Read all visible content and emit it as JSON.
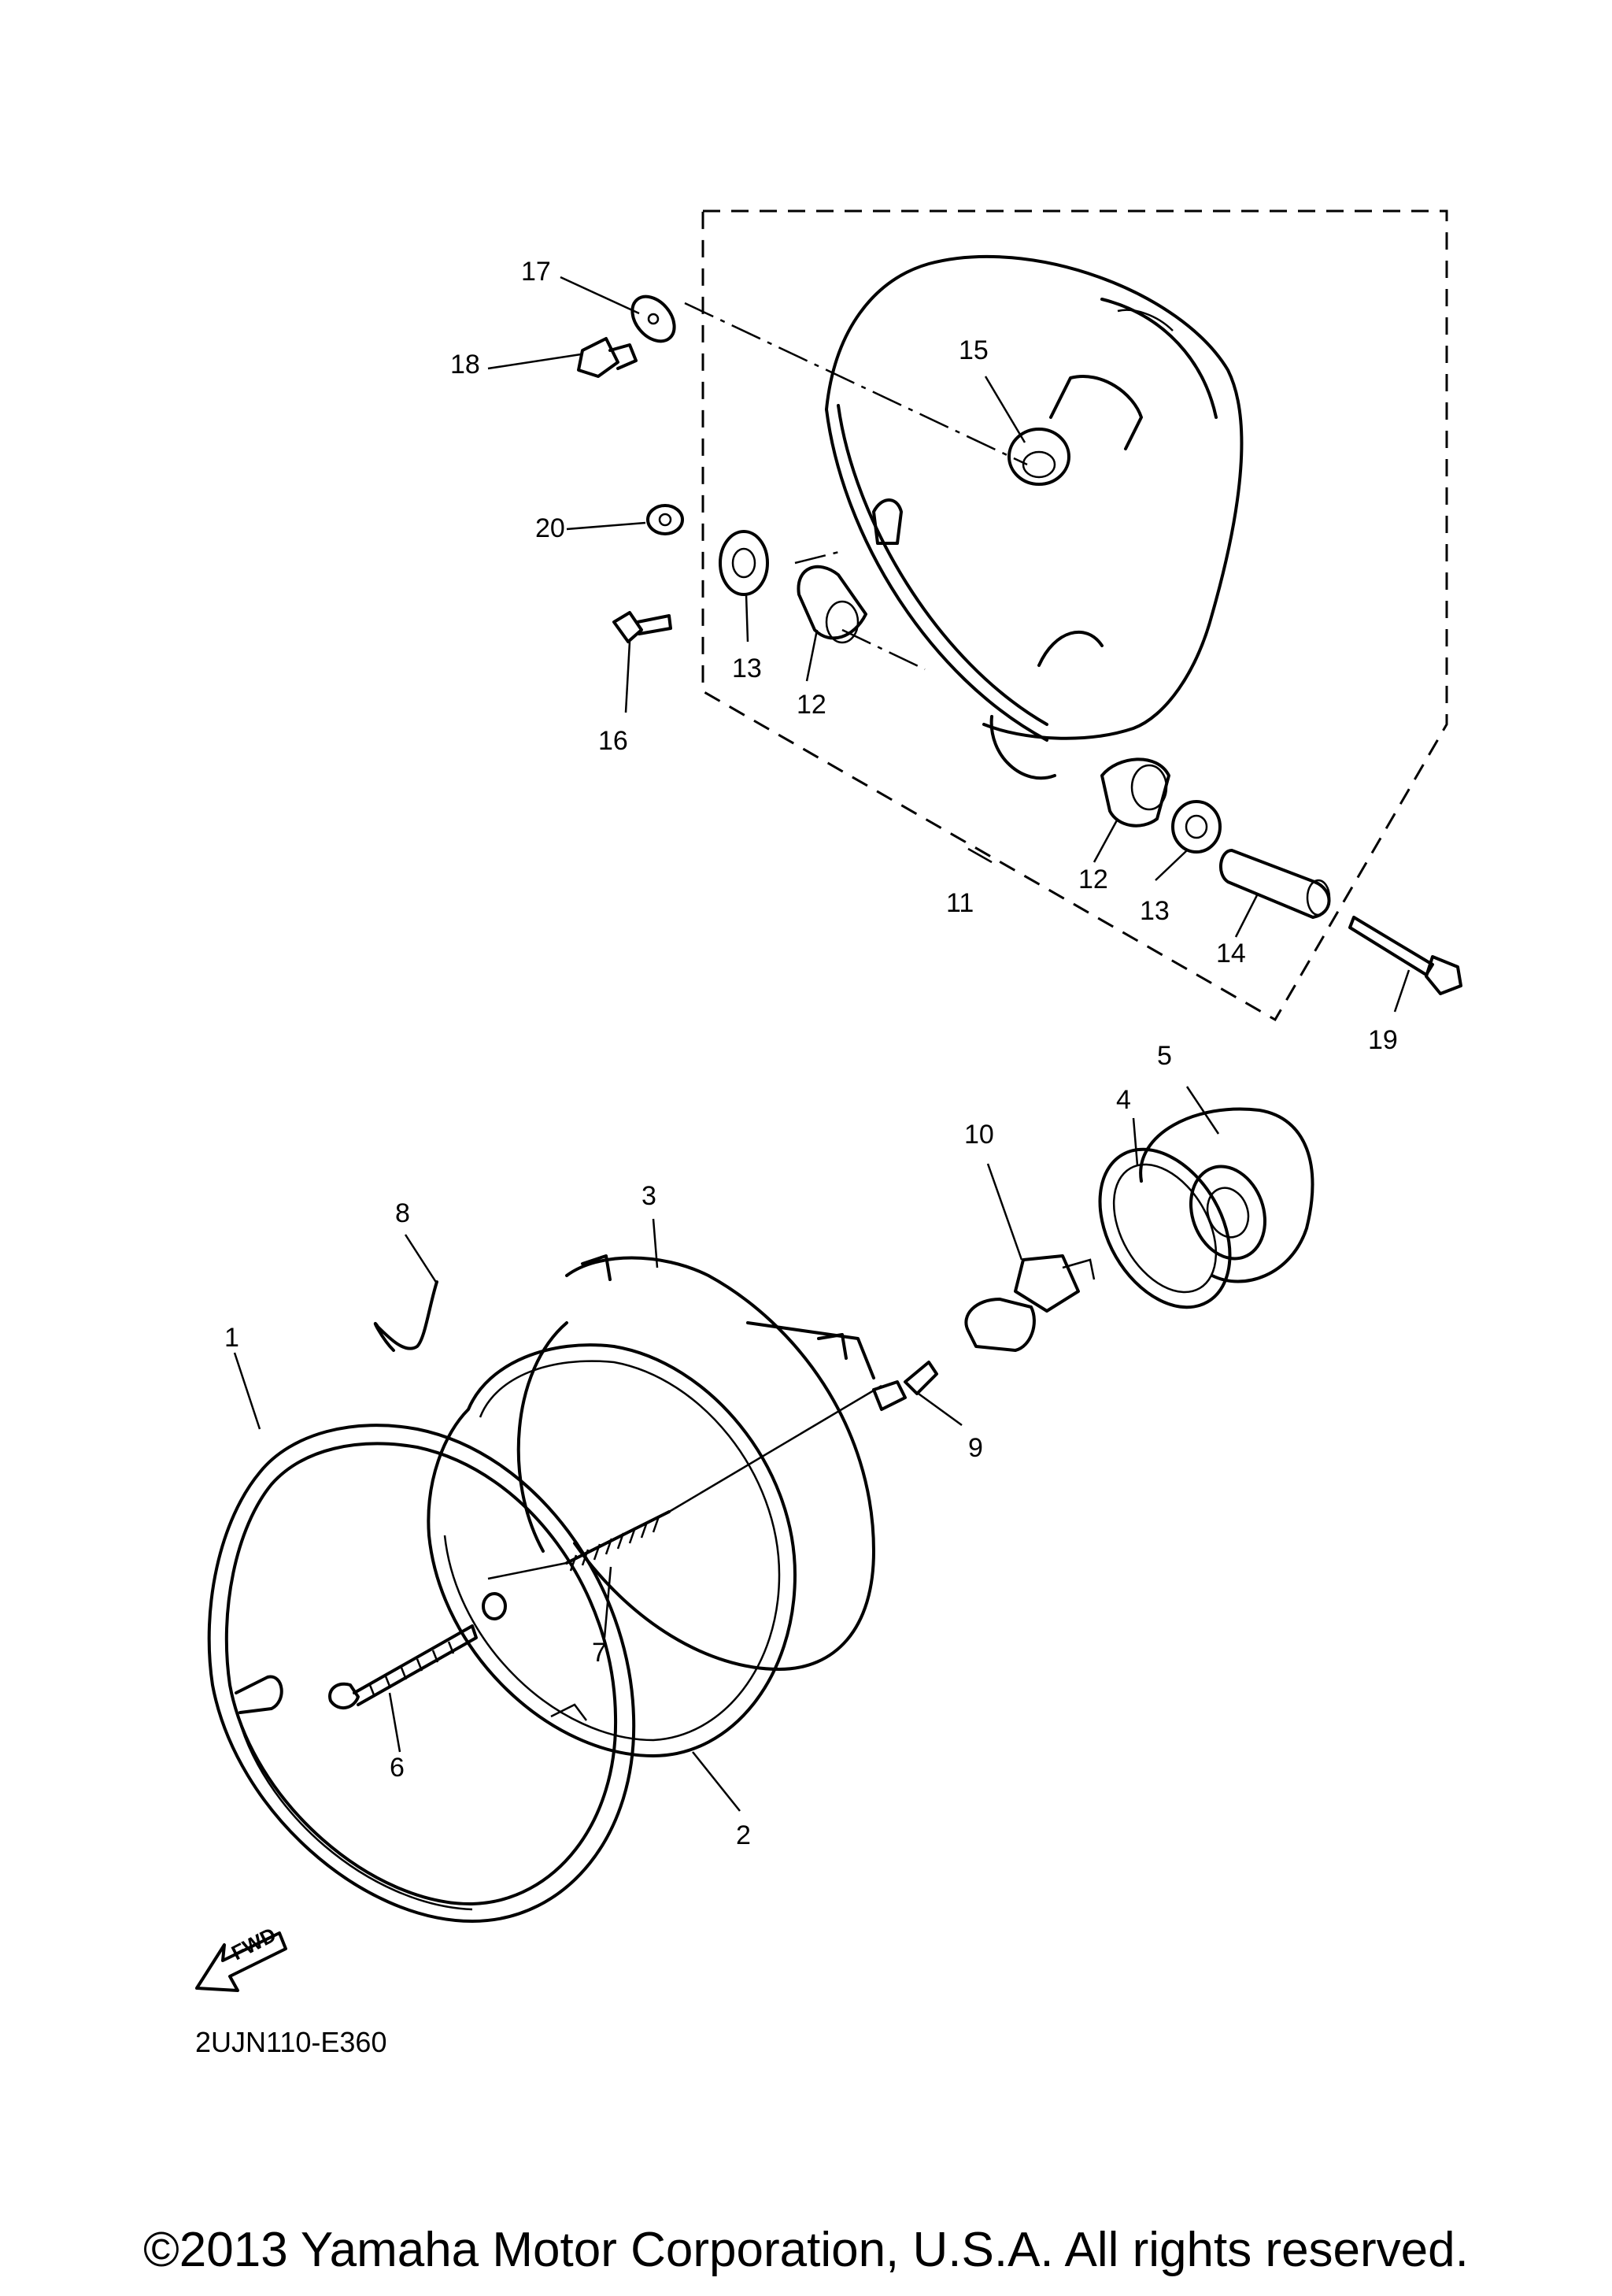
{
  "diagram": {
    "code": "2UJN110-E360",
    "copyright": "©2013 Yamaha Motor Corporation, U.S.A. All rights reserved.",
    "fwd_label": "FWD"
  },
  "callouts": {
    "c1": "1",
    "c2": "2",
    "c3": "3",
    "c4": "4",
    "c5": "5",
    "c6": "6",
    "c7": "7",
    "c8": "8",
    "c9": "9",
    "c10": "10",
    "c11": "11",
    "c12a": "12",
    "c12b": "12",
    "c13a": "13",
    "c13b": "13",
    "c14": "14",
    "c15": "15",
    "c16": "16",
    "c17": "17",
    "c18": "18",
    "c19": "19",
    "c20": "20"
  },
  "icons": {
    "direction_arrow": "fwd-arrow-icon"
  }
}
